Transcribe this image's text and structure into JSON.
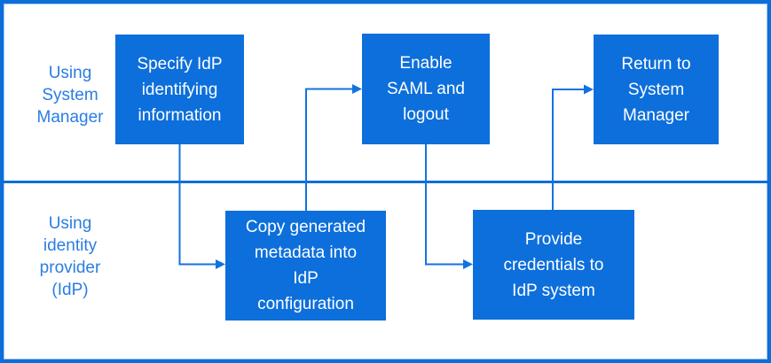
{
  "colors": {
    "background": "#ffffff",
    "border": "#0c6ed9",
    "border-inner": "#9cc3f0",
    "box-fill": "#0d6fdb",
    "box-text": "#ffffff",
    "connector": "#1273de",
    "lane-label": "#2b7de2"
  },
  "lanes": [
    {
      "id": "system-manager",
      "label": "Using\nSystem\nManager"
    },
    {
      "id": "idp",
      "label": "Using\nidentity\nprovider\n(IdP)"
    }
  ],
  "steps": [
    {
      "id": "specify-idp-info",
      "lane": "system-manager",
      "label": "Specify IdP\nidentifying\ninformation"
    },
    {
      "id": "copy-metadata",
      "lane": "idp",
      "label": "Copy generated\nmetadata into\nIdP\nconfiguration"
    },
    {
      "id": "enable-saml",
      "lane": "system-manager",
      "label": "Enable\nSAML and\nlogout"
    },
    {
      "id": "provide-credentials",
      "lane": "idp",
      "label": "Provide\ncredentials to\nIdP system"
    },
    {
      "id": "return-to-system-manager",
      "lane": "system-manager",
      "label": "Return to\nSystem\nManager"
    }
  ],
  "connectors": [
    {
      "from": "specify-idp-info",
      "to": "copy-metadata"
    },
    {
      "from": "copy-metadata",
      "to": "enable-saml"
    },
    {
      "from": "enable-saml",
      "to": "provide-credentials"
    },
    {
      "from": "provide-credentials",
      "to": "return-to-system-manager"
    }
  ]
}
